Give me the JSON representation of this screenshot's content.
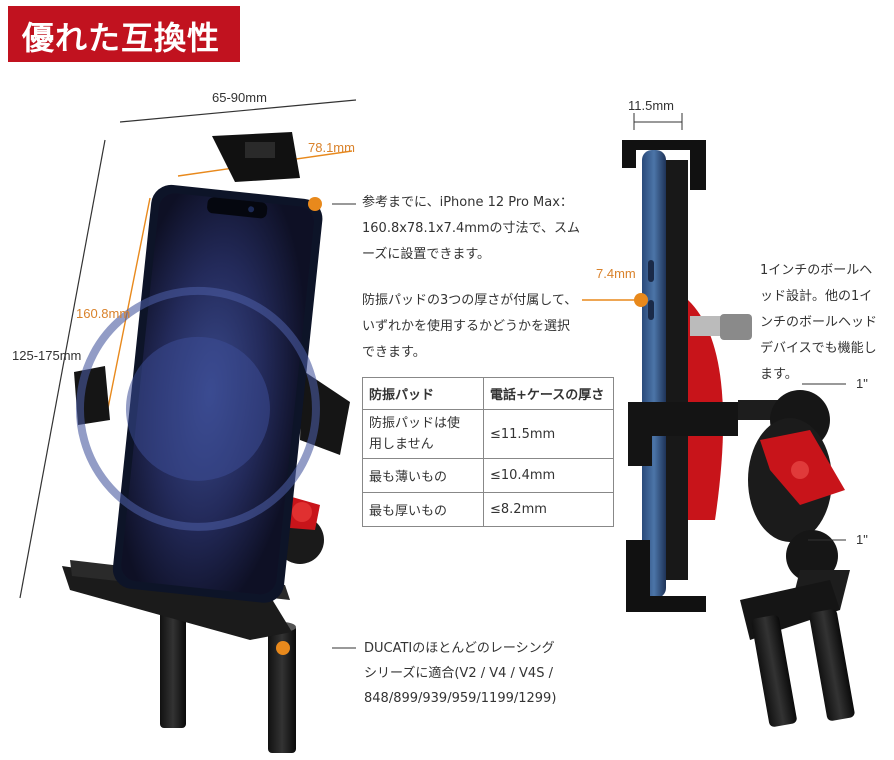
{
  "banner": {
    "title": "優れた互換性"
  },
  "dimensions": {
    "width_range": "65-90mm",
    "height_range": "125-175mm",
    "phone_width": "78.1mm",
    "phone_height": "160.8mm",
    "side_gap": "11.5mm",
    "phone_thickness": "7.4mm",
    "ball_top": "1\"",
    "ball_bottom": "1\""
  },
  "notes": {
    "reference_line1": "参考までに、iPhone 12 Pro Max：",
    "reference_line2": "160.8x78.1x7.4mmの寸法で、スム",
    "reference_line3": "ーズに設置できます。",
    "pad_line1": "防振パッドの3つの厚さが付属して、",
    "pad_line2": "いずれかを使用するかどうかを選択",
    "pad_line3": "できます。",
    "ball_line1": "1インチのボールヘ",
    "ball_line2": "ッド設計。他の1イ",
    "ball_line3": "ンチのボールヘッド",
    "ball_line4": "デバイスでも機能し",
    "ball_line5": "ます。",
    "ducati_line1": "DUCATIのほとんどのレーシング",
    "ducati_line2": "シリーズに適合(V2 / V4 / V4S /",
    "ducati_line3": "848/899/939/959/1199/1299)"
  },
  "table": {
    "headers": [
      "防振パッド",
      "電話+ケースの厚さ"
    ],
    "rows": [
      {
        "pad_line1": "防振パッドは使",
        "pad_line2": "用しません",
        "thickness": "≤11.5mm"
      },
      {
        "pad": "最も薄いもの",
        "thickness": "≤10.4mm"
      },
      {
        "pad": "最も厚いもの",
        "thickness": "≤8.2mm"
      }
    ]
  },
  "colors": {
    "accent_orange": "#e8891c",
    "banner_red": "#c1121f",
    "knob_red": "#d01818"
  }
}
